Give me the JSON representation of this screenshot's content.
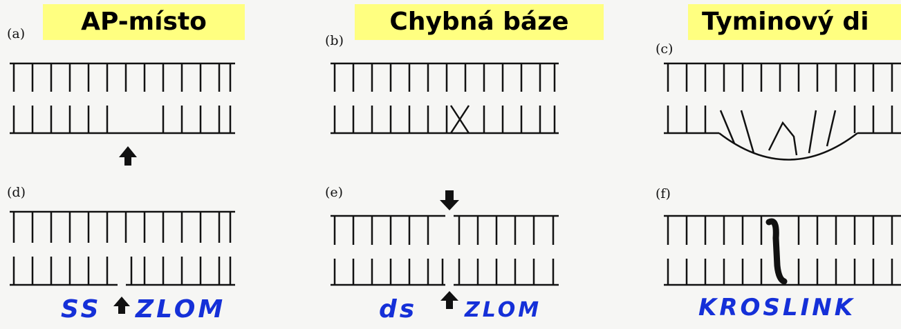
{
  "titles": {
    "a": "AP-místo",
    "b": "Chybná báze",
    "c": "Tyminový di"
  },
  "panels": {
    "a": "(a)",
    "b": "(b)",
    "c": "(c)",
    "d": "(d)",
    "e": "(e)",
    "f": "(f)"
  },
  "annotations": {
    "ss": "SS",
    "zlom1": "ZLOM",
    "ds": "ds",
    "zlom2": "ZLOM",
    "krosslink": "KROSLINK"
  },
  "colors": {
    "title_bg": "#ffff80",
    "handwriting": "#1530d8",
    "ink": "#111111"
  }
}
